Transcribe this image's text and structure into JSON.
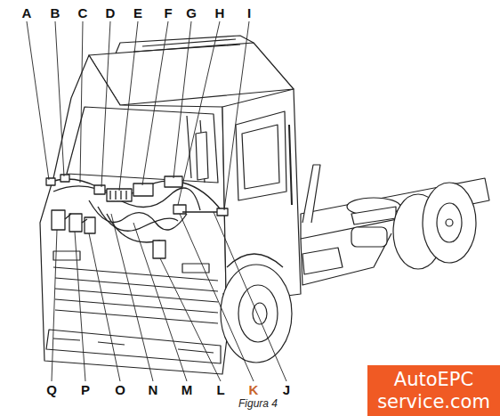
{
  "diagram": {
    "caption": "Figura 4",
    "nodes": [
      {
        "text": [
          "AutoEPC service.com"
        ]
      }
    ],
    "labels": [
      "A",
      "B",
      "C",
      "D",
      "E",
      "F",
      "G",
      "H",
      "I",
      "Q",
      "P",
      "O",
      "N",
      "M",
      "L",
      "K",
      "J"
    ]
  }
}
